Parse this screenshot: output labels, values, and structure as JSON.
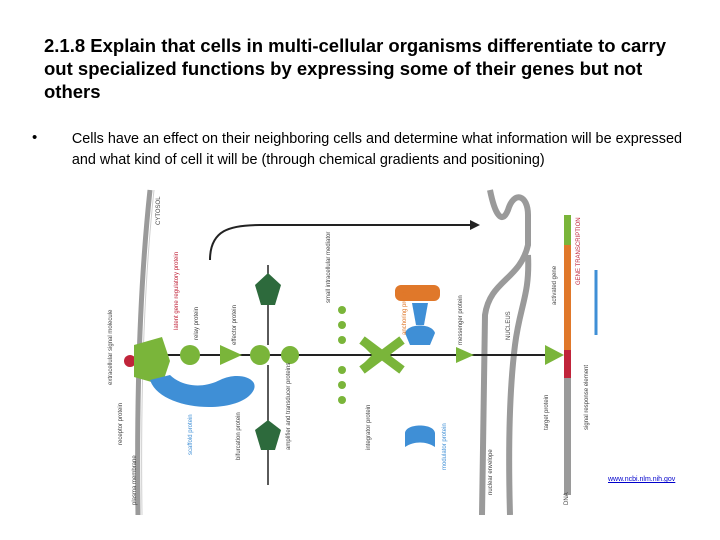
{
  "slide": {
    "title": "2.1.8 Explain that cells in multi-cellular organisms differentiate to carry out specialized functions by expressing some of their genes but not others",
    "bullets": [
      {
        "symbol": "•",
        "text": "Cells have an effect on their neighboring cells and determine what  information will be expressed and what kind of cell it will be (through chemical gradients and positioning)"
      }
    ]
  },
  "diagram": {
    "labels": {
      "cytosol": "CYTOSOL",
      "latent_regulatory": "latent gene regulatory protein",
      "extracellular_signal": "extracellular signal molecule",
      "receptor_protein": "receptor protein",
      "plasma_membrane": "plasma membrane",
      "relay_protein": "relay protein",
      "effector_protein": "effector protein",
      "scaffold_protein": "scaffold protein",
      "bifurcation_protein": "bifurcation protein",
      "amplifier": "amplifier and transducer proteins",
      "small_mediator": "small intracellular mediator",
      "integrator_protein": "integrator protein",
      "anchoring_protein": "anchoring protein",
      "modulator_protein": "modulator protein",
      "messenger_protein": "messenger protein",
      "nucleus": "NUCLEUS",
      "nuclear_envelope": "nuclear envelope",
      "activated_gene": "activated gene",
      "target_protein": "target protein",
      "signal_response": "signal response element",
      "dna": "DNA",
      "gene_transcription": "GENE TRANSCRIPTION"
    },
    "credit": "www.ncbi.nlm.nih.gov",
    "colors": {
      "green": "#7ab53a",
      "blue": "#3f8fd6",
      "dark_green": "#2d6a3c",
      "orange": "#e0782a",
      "red": "#c0243a",
      "membrane": "#9a9a9a",
      "label_red": "#c0243a",
      "label_purple": "#8a2f8a",
      "label_blue": "#3f8fd6",
      "label_orange": "#e0782a"
    }
  }
}
